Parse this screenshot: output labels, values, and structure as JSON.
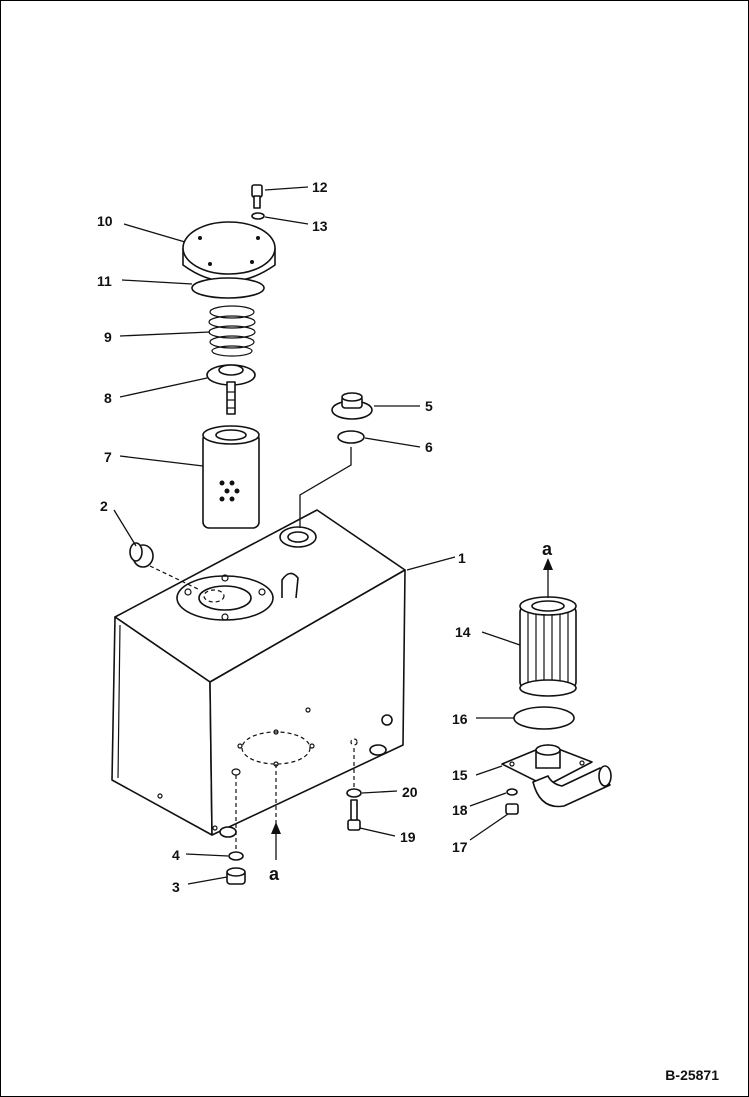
{
  "callouts": {
    "c1": "1",
    "c2": "2",
    "c3": "3",
    "c4": "4",
    "c5": "5",
    "c6": "6",
    "c7": "7",
    "c8": "8",
    "c9": "9",
    "c10": "10",
    "c11": "11",
    "c12": "12",
    "c13": "13",
    "c14": "14",
    "c15": "15",
    "c16": "16",
    "c17": "17",
    "c18": "18",
    "c19": "19",
    "c20": "20"
  },
  "flow_markers": {
    "top": "a",
    "bottom": "a"
  },
  "reference_code": "B-25871"
}
